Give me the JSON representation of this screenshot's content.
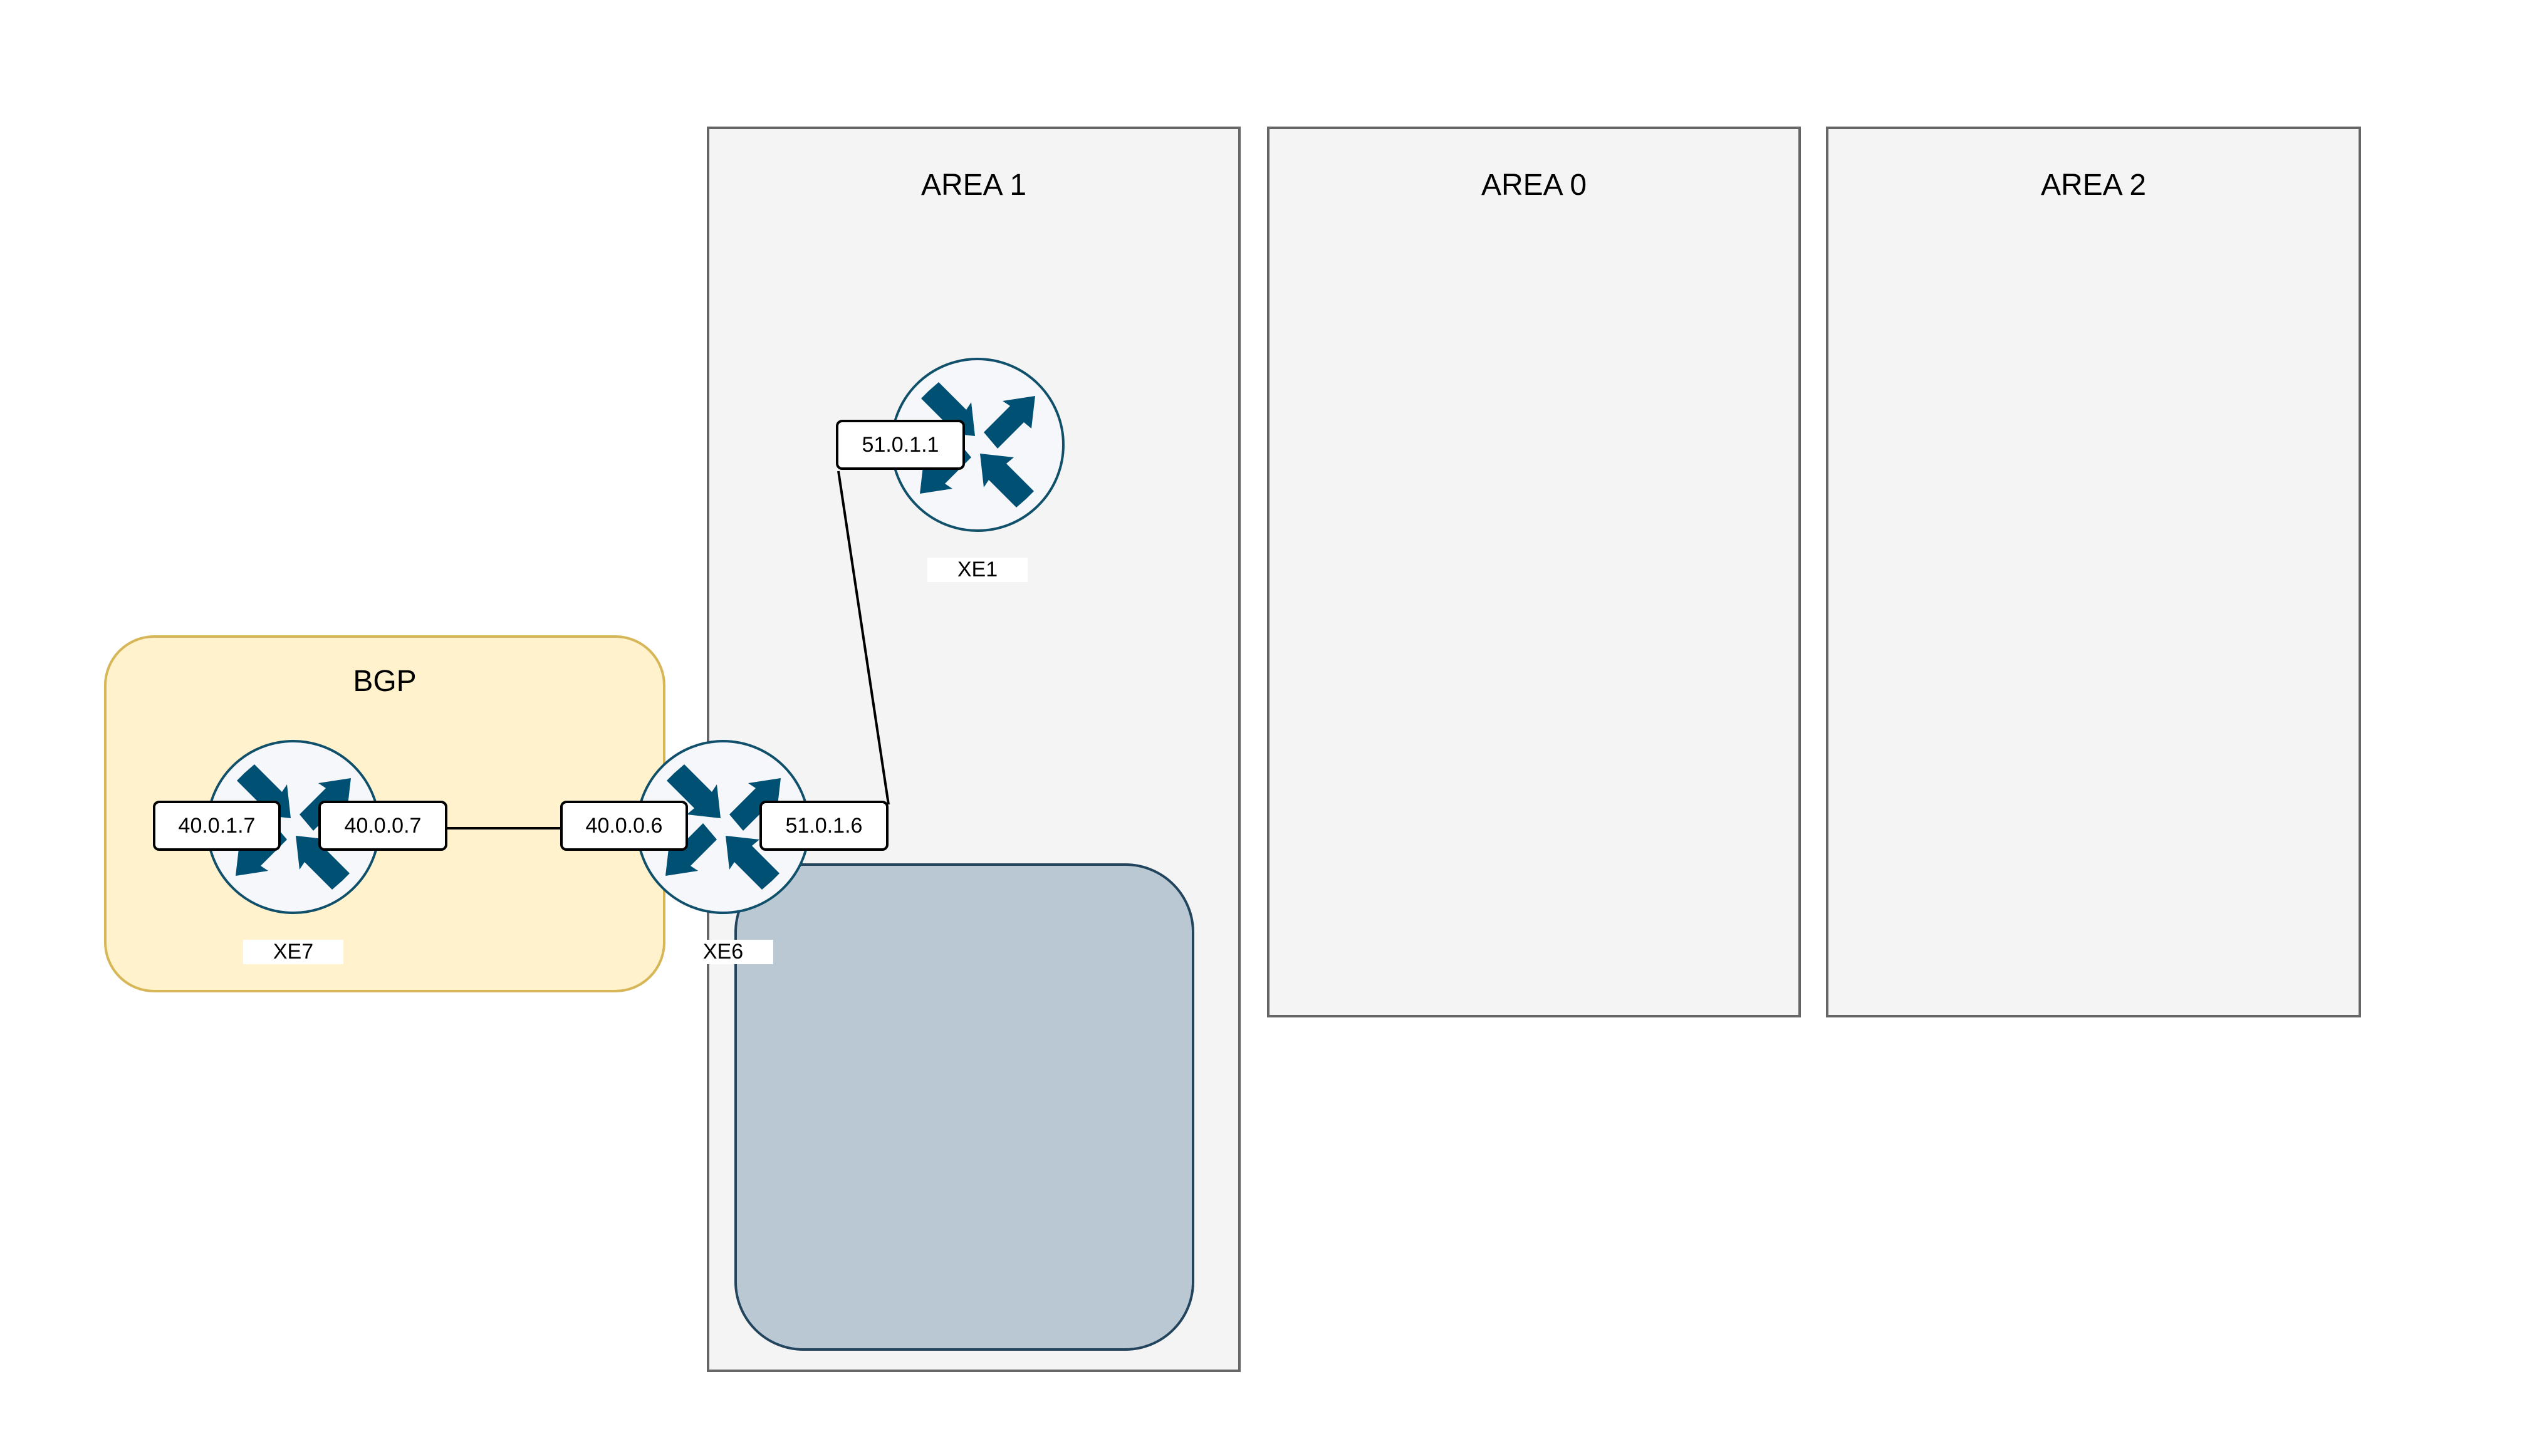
{
  "areas": {
    "area1": "AREA 1",
    "area0": "AREA 0",
    "area2": "AREA 2"
  },
  "bgp": {
    "title": "BGP"
  },
  "routers": {
    "xe1": "XE1",
    "xe6": "XE6",
    "xe7": "XE7"
  },
  "interfaces": {
    "xe1_51": "51.0.1.1",
    "xe6_51": "51.0.1.6",
    "xe6_40": "40.0.0.6",
    "xe7_40": "40.0.0.7",
    "xe7_401": "40.0.1.7"
  },
  "colors": {
    "area_fill": "#f4f4f4",
    "area_border": "#666666",
    "bgp_fill": "#fff2cc",
    "bgp_border": "#d6b656",
    "router_fill": "#f5f7fa",
    "router_border": "#10506b",
    "router_arrow": "#005073",
    "inner_fill": "#bac8d3",
    "inner_border": "#23445d"
  },
  "icons": {
    "router": "router-icon"
  }
}
